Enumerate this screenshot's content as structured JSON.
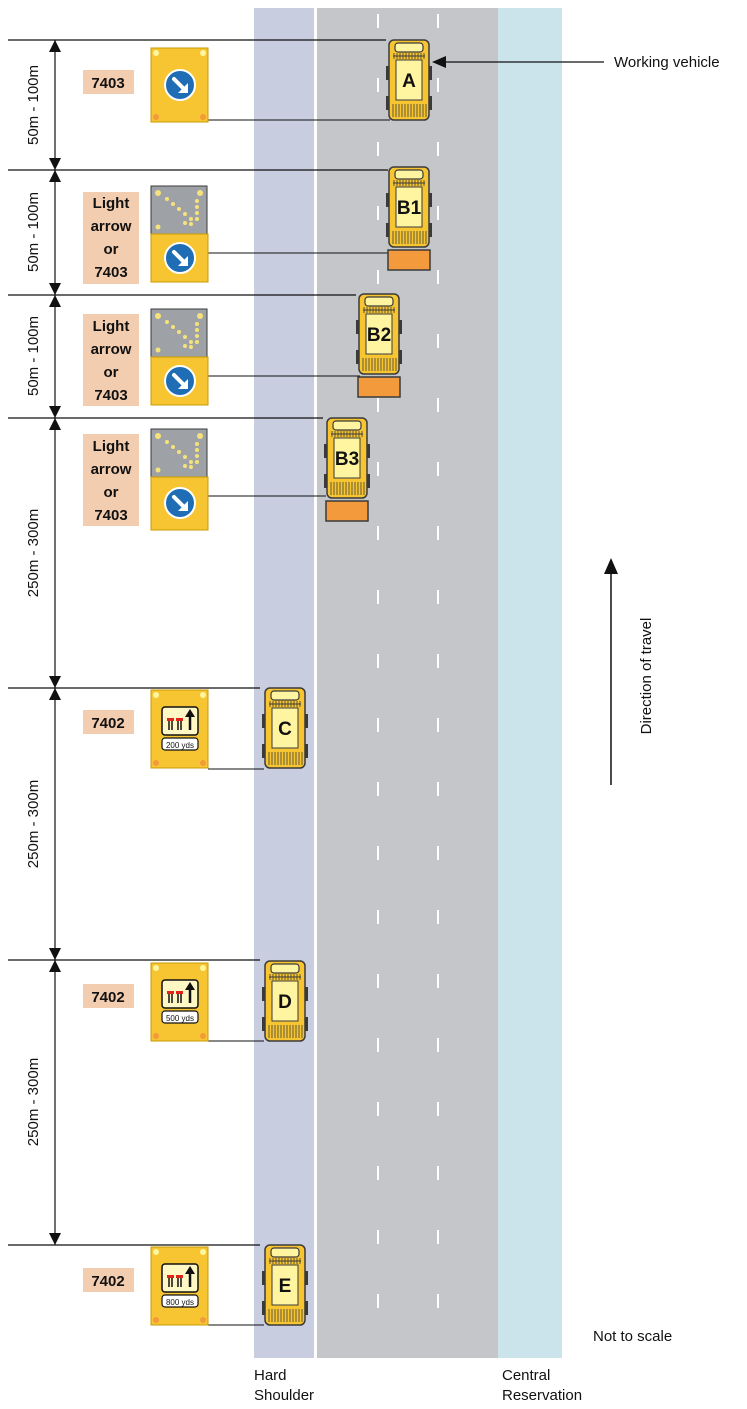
{
  "labels": {
    "working_vehicle": "Working vehicle",
    "direction": "Direction of travel",
    "not_to_scale": "Not to scale",
    "hard_shoulder_1": "Hard",
    "hard_shoulder_2": "Shoulder",
    "central_1": "Central",
    "central_2": "Reservation"
  },
  "colors": {
    "hard_shoulder": "#c9cde0",
    "carriageway": "#c4c6c9",
    "reservation": "#cbe3ea",
    "vehicle_yellow": "#f7c531",
    "vehicle_cab": "#fff4a0",
    "impact_protection": "#f39a3c",
    "tag_fill": "#f3cdb0",
    "sign_blue": "#1f6db5",
    "sign_grey": "#9ea1a6",
    "sign_red": "#e2231a"
  },
  "dimensions": {
    "d1": "50m - 100m",
    "d2": "50m - 100m",
    "d3": "50m - 100m",
    "d4": "250m - 300m",
    "d5": "250m - 300m",
    "d6": "250m - 300m"
  },
  "vehicles": {
    "a": "A",
    "b1": "B1",
    "b2": "B2",
    "b3": "B3",
    "c": "C",
    "d": "D",
    "e": "E"
  },
  "signs": {
    "a_code": "7403",
    "light_arrow_line1": "Light",
    "light_arrow_line2": "arrow",
    "light_arrow_line3": "or",
    "light_arrow_line4": "7403",
    "c_code": "7402",
    "d_code": "7402",
    "e_code": "7402",
    "c_distance": "200 yds",
    "d_distance": "500 yds",
    "e_distance": "800 yds"
  },
  "icons": {
    "keep_right": "keep-right-arrow-icon",
    "light_arrow": "light-arrow-board-icon",
    "lane_closed": "lane-closed-sign-icon",
    "travel": "up-arrow-icon"
  }
}
